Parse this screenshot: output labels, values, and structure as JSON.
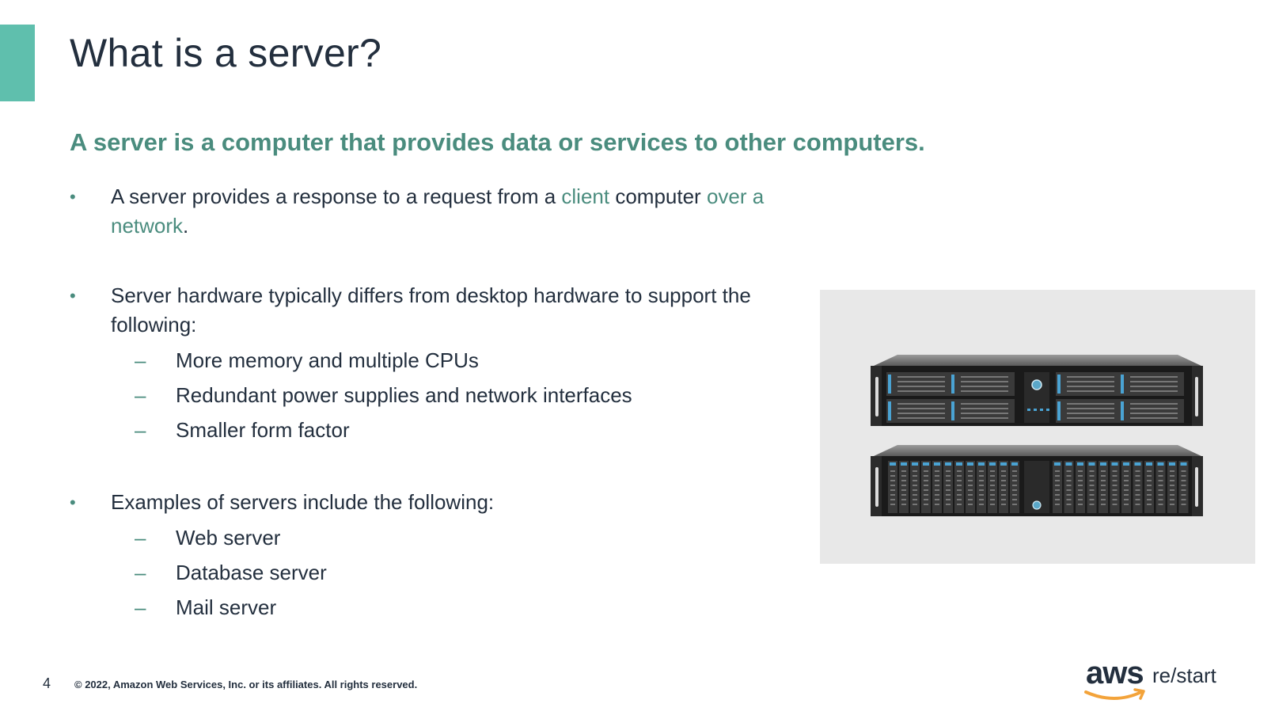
{
  "slide": {
    "title": "What is a server?",
    "subtitle": "A server is a computer that provides data or services to other computers.",
    "page_number": "4",
    "copyright": "© 2022, Amazon Web Services, Inc. or its affiliates. All rights reserved."
  },
  "bullets": [
    {
      "parts": [
        {
          "text": "A server provides a response to a request from a ",
          "highlight": false
        },
        {
          "text": "client",
          "highlight": true
        },
        {
          "text": " computer ",
          "highlight": false
        },
        {
          "text": "over a network",
          "highlight": true
        },
        {
          "text": ".",
          "highlight": false
        }
      ],
      "sub": []
    },
    {
      "parts": [
        {
          "text": "Server hardware typically differs from desktop hardware to support the following:",
          "highlight": false
        }
      ],
      "sub": [
        "More memory and multiple CPUs",
        "Redundant power supplies and network interfaces",
        "Smaller form factor"
      ]
    },
    {
      "parts": [
        {
          "text": "Examples of servers include the following:",
          "highlight": false
        }
      ],
      "sub": [
        "Web server",
        "Database server",
        "Mail server"
      ]
    }
  ],
  "logo": {
    "brand": "aws",
    "product": "re/start"
  },
  "colors": {
    "accent": "#5fbfad",
    "highlight": "#4a8c7e",
    "text": "#232f3e",
    "smile": "#f3a33a"
  },
  "icons": {
    "bullet": "•",
    "sub_bullet": "–"
  }
}
